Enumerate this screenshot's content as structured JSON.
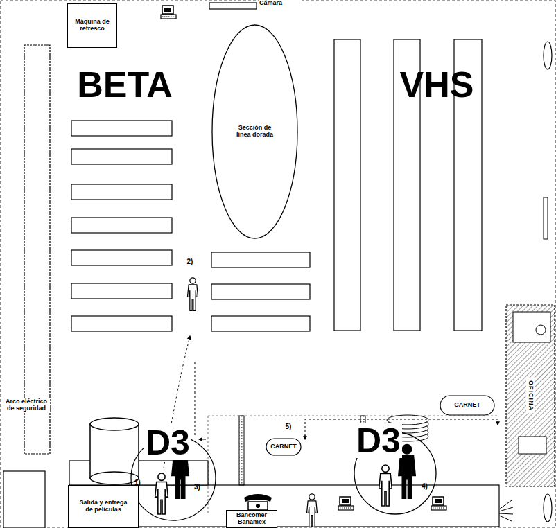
{
  "diagram": {
    "nodes": [
      {
        "text": [
          "Máquina de refresco"
        ]
      },
      {
        "text": [
          "Sección de línea dorada"
        ]
      },
      {
        "text": [
          "OFICINA"
        ]
      },
      {
        "text": [
          "CARNET"
        ]
      },
      {
        "text": [
          "D3",
          "1)",
          "3)"
        ]
      },
      {
        "text": [
          "CARNET"
        ]
      },
      {
        "text": [
          "D3",
          "4)"
        ]
      },
      {
        "text": [
          "Salida y entrega de películas"
        ]
      },
      {
        "text": [
          "Bancomer Banamex"
        ]
      }
    ],
    "labels": [
      "Cámara",
      "BETA",
      "VHS",
      "2)",
      "5)",
      "Arco eléctrico de seguridad"
    ]
  }
}
